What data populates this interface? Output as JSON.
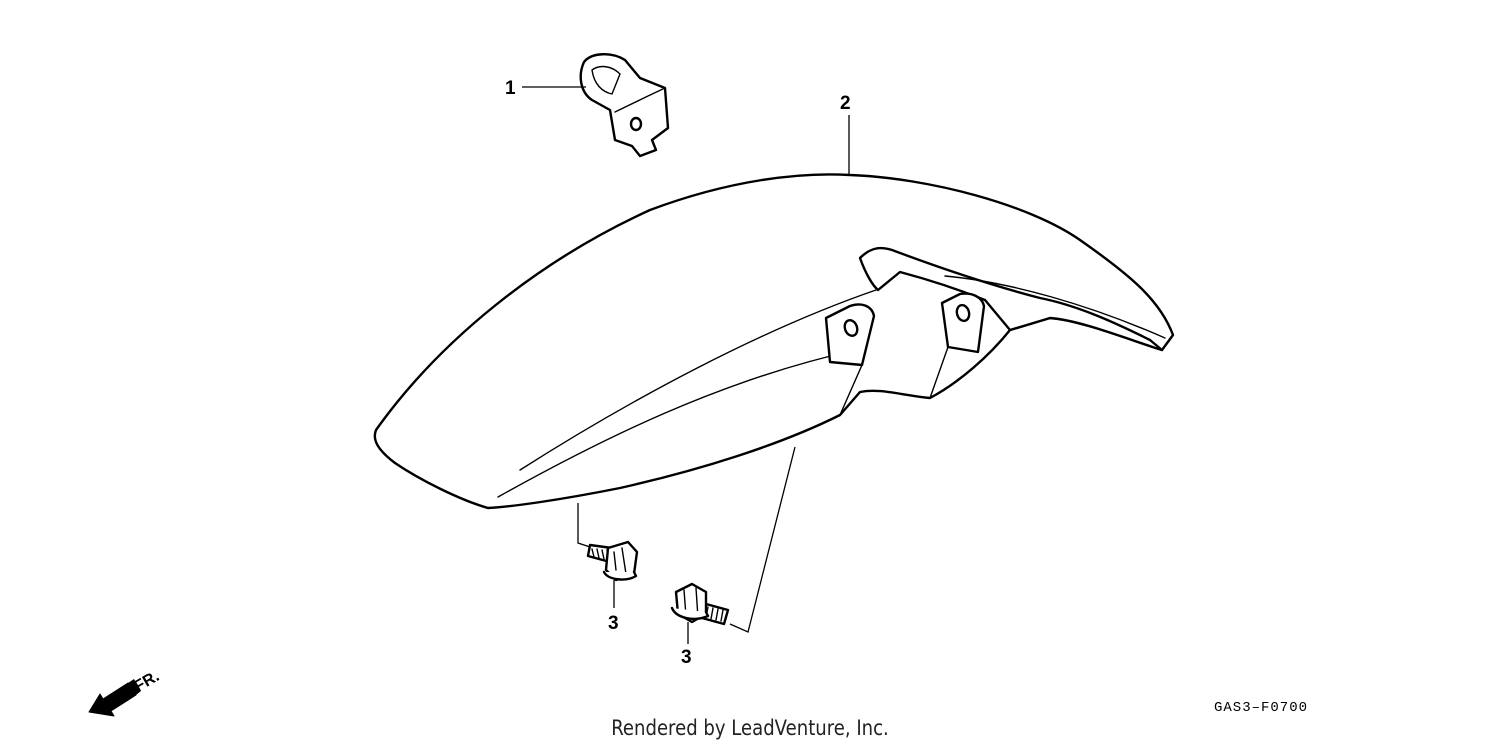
{
  "callouts": {
    "part_1": "1",
    "part_2": "2",
    "part_3a": "3",
    "part_3b": "3"
  },
  "direction_label": "FR.",
  "diagram_code": "GAS3–F0700",
  "credit": "Rendered by LeadVenture, Inc.",
  "colors": {
    "line": "#000000",
    "background": "#ffffff"
  },
  "icons": {
    "direction": "arrow-down-left-icon"
  }
}
